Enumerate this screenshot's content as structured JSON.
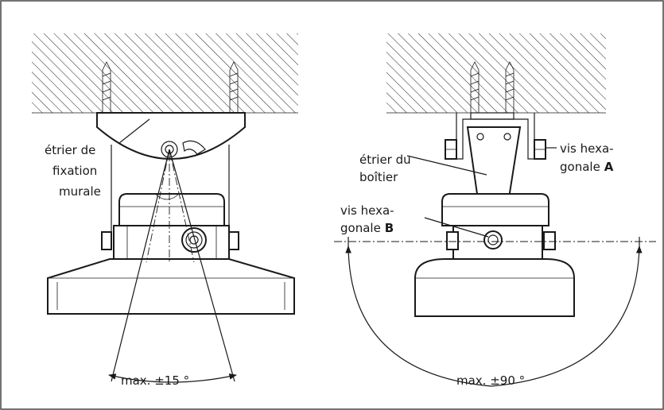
{
  "left": {
    "bracket_label": [
      "étrier de",
      "fixation",
      "murale"
    ],
    "angle_label": "max.  ±15 °"
  },
  "right": {
    "bracket_label": [
      "étrier du",
      "boîtier"
    ],
    "screw_a_label": [
      "vis hexa-",
      "gonale"
    ],
    "screw_a_letter": "A",
    "screw_b_label": [
      "vis hexa-",
      "gonale"
    ],
    "screw_b_letter": "B",
    "angle_label": "max. ±90 °"
  }
}
